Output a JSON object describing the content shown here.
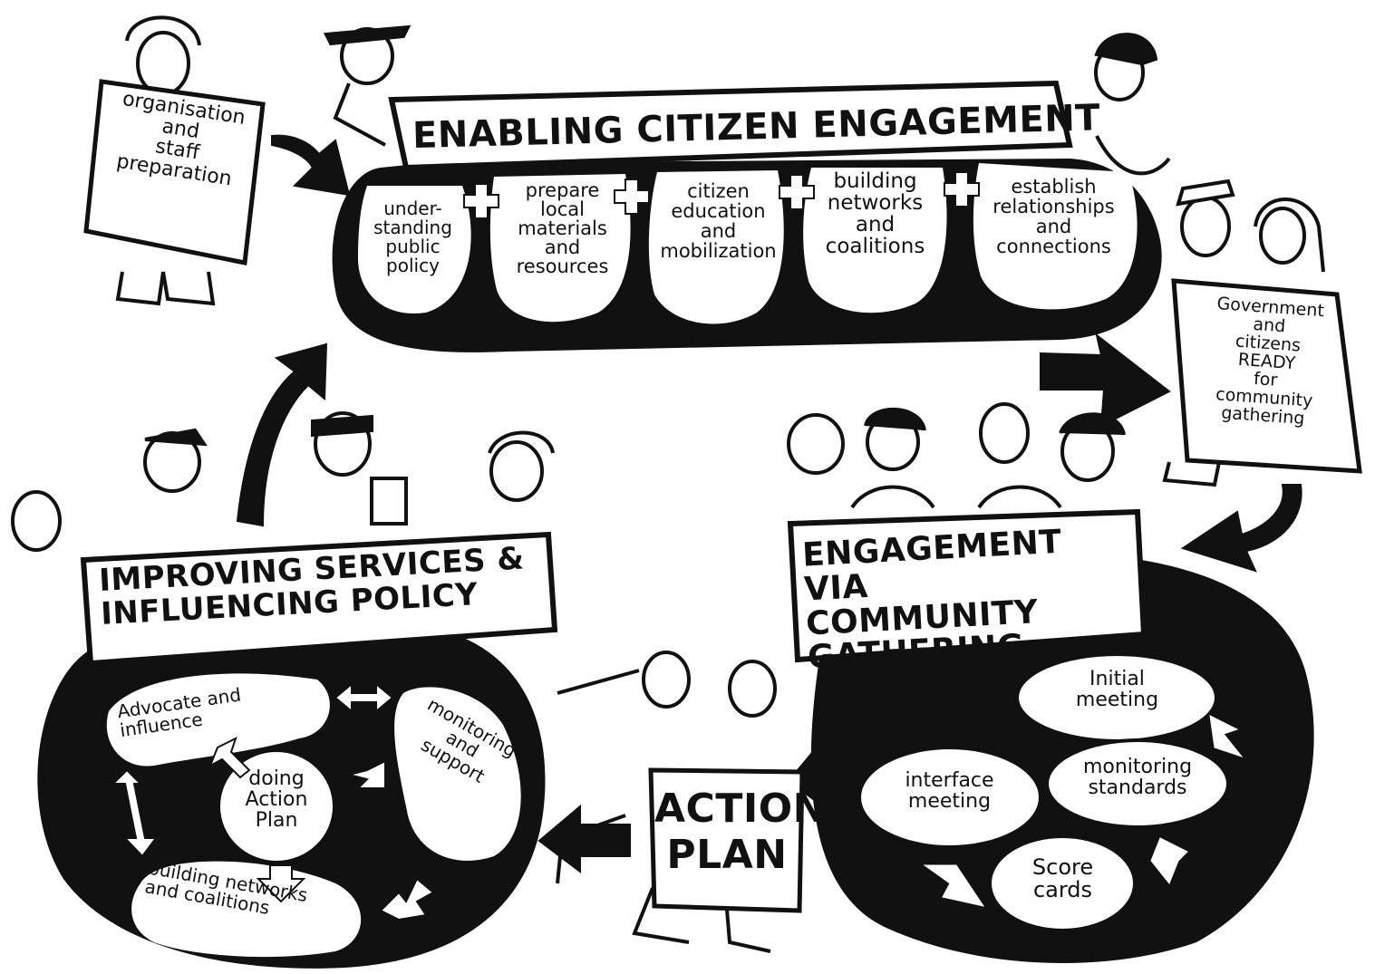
{
  "top_section": {
    "banner": "ENABLING CITIZEN ENGAGEMENT",
    "activities": [
      "under-\nstanding\npublic\npolicy",
      "prepare\nlocal\nmaterials\nand\nresources",
      "citizen\neducation\nand\nmobilization",
      "building\nnetworks\nand\ncoalitions",
      "establish\nrelationships\nand\nconnections"
    ]
  },
  "signs": {
    "left_sign": "organisation\nand\nstaff\npreparation",
    "right_sign": "Government\nand\ncitizens\nREADY\nfor\ncommunity\ngathering",
    "action_plan": "ACTION\nPLAN"
  },
  "right_section": {
    "banner": "ENGAGEMENT VIA\nCOMMUNITY\nGATHERING",
    "steps": [
      "Initial\nmeeting",
      "monitoring\nstandards",
      "Score\ncards",
      "interface\nmeeting"
    ]
  },
  "left_section": {
    "banner": "IMPROVING SERVICES &\nINFLUENCING POLICY",
    "items": [
      "Advocate and\ninfluence",
      "monitoring\nand\nsupport",
      "doing\nAction\nPlan",
      "building networks\nand coalitions"
    ]
  },
  "colors": {
    "ink": "#111111",
    "paper": "#ffffff"
  }
}
